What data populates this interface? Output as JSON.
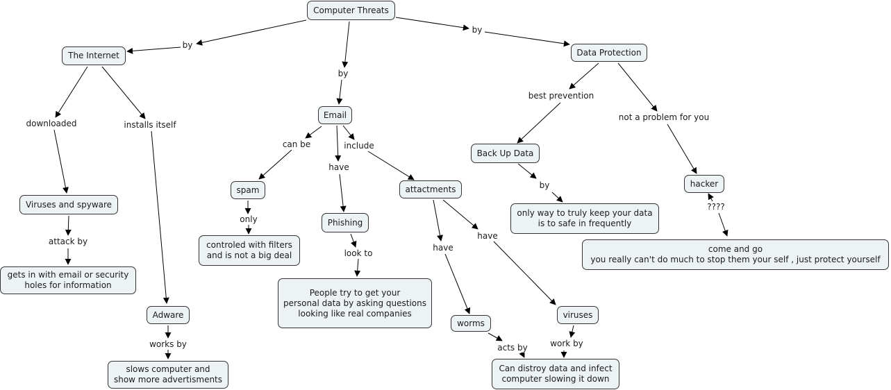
{
  "title": "Computer Threats",
  "colors": {
    "node_fill": "#edf2f4",
    "node_border": "#333333",
    "line": "#000000"
  },
  "nodes": {
    "computer_threats": "Computer Threats",
    "the_internet": "The Internet",
    "email": "Email",
    "data_protection": "Data Protection",
    "viruses_spyware": "Viruses and spyware",
    "gets_in": "gets in with email or security\nholes for information",
    "adware": "Adware",
    "slows_computer": "slows computer and\nshow more advertisments",
    "spam": "spam",
    "controled": "controled with filters\nand is not a big deal",
    "phishing": "Phishing",
    "people_try": "People try to get your\npersonal data by asking questions\nlooking like real companies\n ",
    "attactments": "attactments",
    "worms": "worms",
    "viruses": "viruses",
    "can_distroy": "Can distroy data and infect\ncomputer slowing it down",
    "back_up_data": "Back Up Data",
    "only_way": "only way to truly keep your data\nis to safe in frequently",
    "hacker": "hacker",
    "come_and_go": "come and go\nyou really can't do much to stop them  your self , just protect yourself"
  },
  "links": {
    "by_internet": "by",
    "by_email": "by",
    "by_data": "by",
    "downloaded": "downloaded",
    "installs_itself": "installs itself",
    "attack_by": "attack by",
    "works_by": "works by",
    "can_be": "can be",
    "have_email": "have",
    "include": "include",
    "only": "only",
    "look_to": "look to",
    "have_worms": "have",
    "have_viruses": "have",
    "acts_by": "acts by",
    "work_by": "work by",
    "best_prevention": "best prevention",
    "not_a_problem": "not a problem for you",
    "by_backup": "by",
    "question_marks": "????"
  }
}
